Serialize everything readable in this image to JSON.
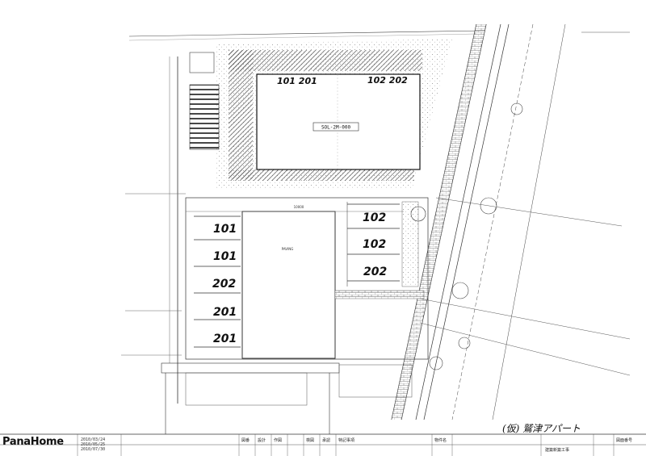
{
  "building": {
    "unit_labels_top": [
      "101 201",
      "102 202"
    ],
    "designation": "SOL-2M-000"
  },
  "parking": {
    "left_spaces": [
      "101",
      "101",
      "202",
      "201",
      "201"
    ],
    "right_spaces": [
      "102",
      "102",
      "202"
    ]
  },
  "title_block": {
    "brand": "PanaHome",
    "dates": [
      "2010/03/24",
      "2010/05/25",
      "2010/07/30"
    ],
    "columns": [
      "図番",
      "設計",
      "作図",
      "検図",
      "承認",
      "特記事項"
    ],
    "project_name": "(仮) 鷲津アパート",
    "project_label": "物件名",
    "work_type": "建築新築工事",
    "drawing_no_label": "図面番号"
  },
  "annotations": {
    "area_label": "PAVING",
    "dimension": "10000"
  }
}
